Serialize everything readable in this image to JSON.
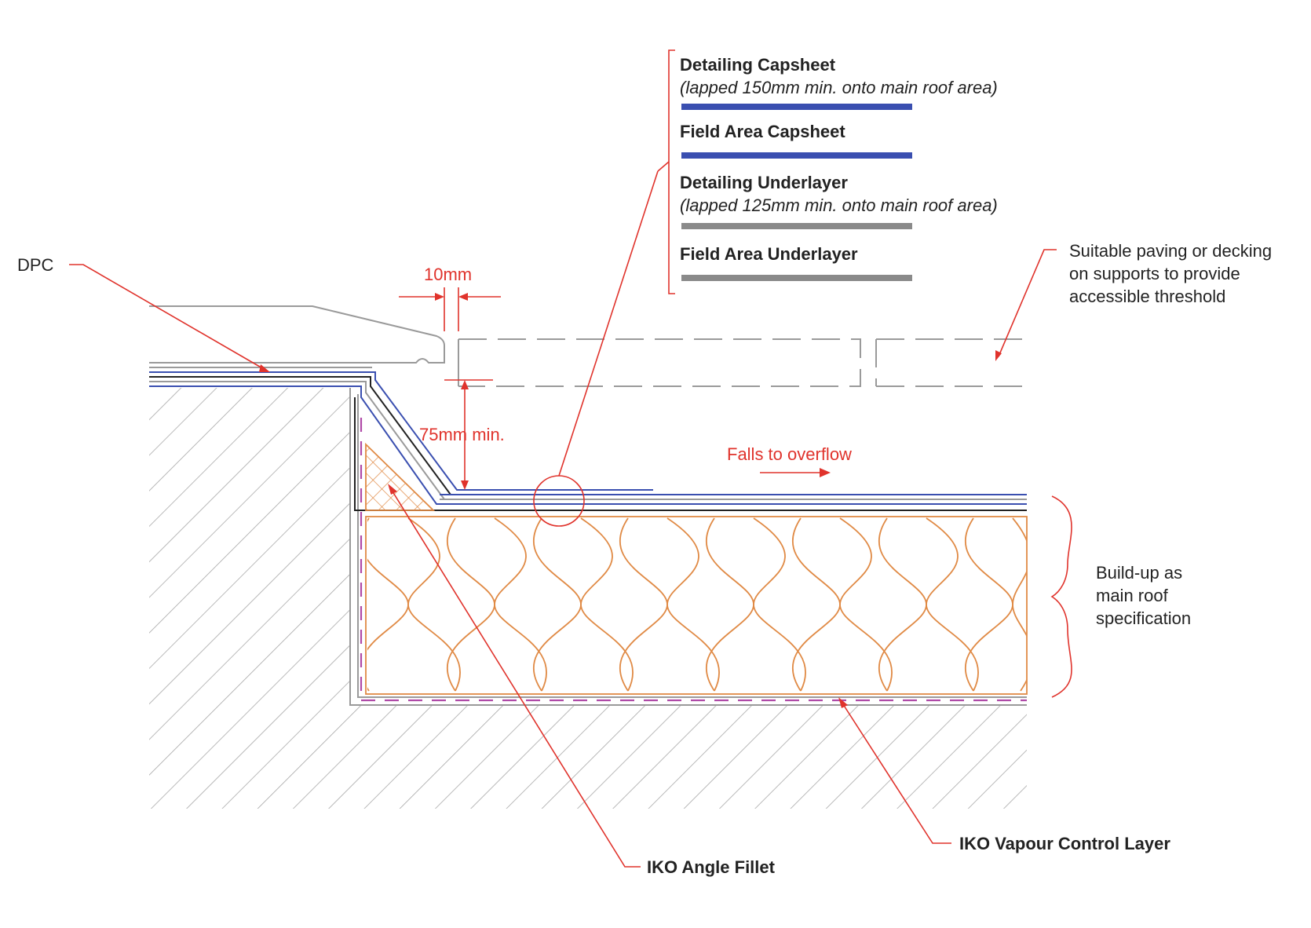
{
  "legend": {
    "detailing_capsheet": "Detailing Capsheet",
    "detailing_capsheet_note": "(lapped 150mm min. onto main roof area)",
    "field_capsheet": "Field Area Capsheet",
    "detailing_underlayer": "Detailing Underlayer",
    "detailing_underlayer_note": "(lapped 125mm min. onto main roof area)",
    "field_underlayer": "Field Area Underlayer"
  },
  "labels": {
    "dpc": "DPC",
    "gap": "10mm",
    "upstand": "75mm min.",
    "falls": "Falls to overflow",
    "paving_1": "Suitable paving or decking",
    "paving_2": "on supports to provide",
    "paving_3": "accessible threshold",
    "buildup_1": "Build-up as",
    "buildup_2": "main roof",
    "buildup_3": "specification",
    "angle_fillet": "IKO Angle Fillet",
    "vcl": "IKO Vapour Control Layer"
  },
  "colors": {
    "capsheet": "#3a4fb0",
    "underlayer": "#8a8a8a",
    "annotation": "#e0332c",
    "insulation": "#e08a45",
    "vcl": "#b04aa8",
    "structure": "#9a9a9a"
  }
}
